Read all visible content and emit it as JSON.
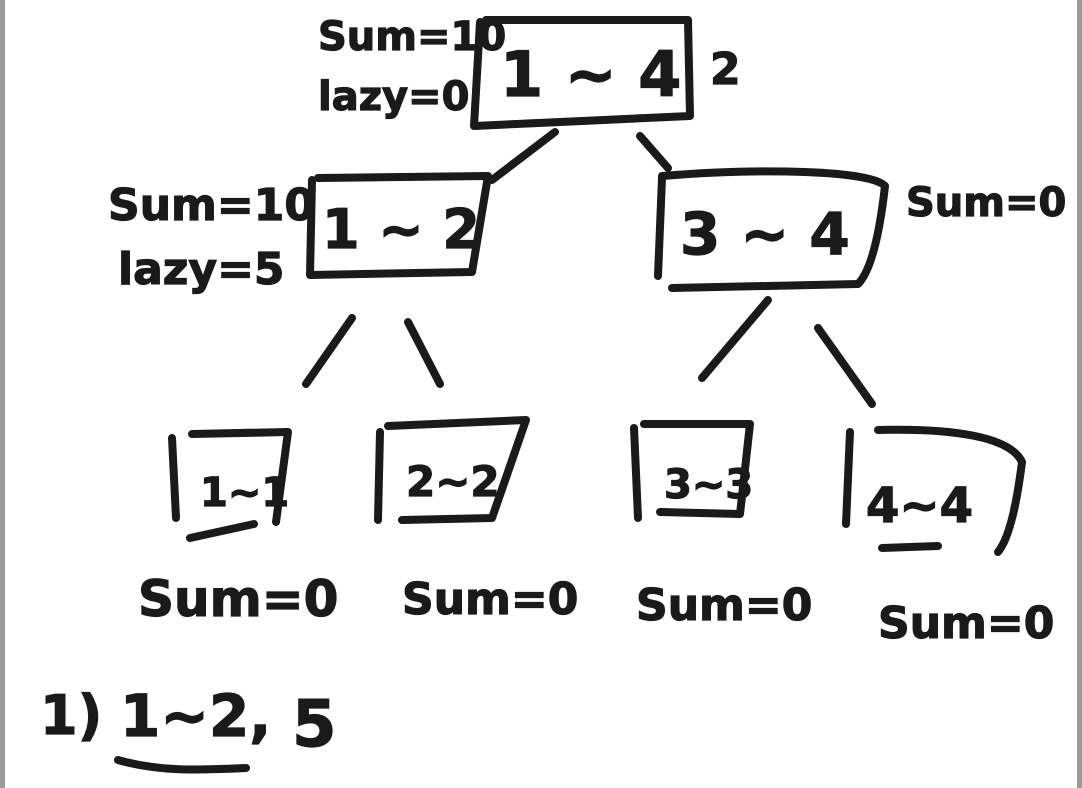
{
  "tree": {
    "root": {
      "range": "1 ~ 4",
      "sum": "Sum=10",
      "lazy": "lazy=0",
      "side_note": "2"
    },
    "left": {
      "range": "1 ~ 2",
      "sum": "Sum=10",
      "lazy": "lazy=5"
    },
    "right": {
      "range": "3 ~ 4",
      "sum": "Sum=0"
    },
    "leaves": [
      {
        "range": "1~1",
        "sum": "Sum=0"
      },
      {
        "range": "2~2",
        "sum": "Sum=0"
      },
      {
        "range": "3~3",
        "sum": "Sum=0"
      },
      {
        "range": "4~4",
        "sum": "Sum=0"
      }
    ]
  },
  "operation": {
    "index": "1)",
    "range": "1~2,",
    "value": "5"
  }
}
